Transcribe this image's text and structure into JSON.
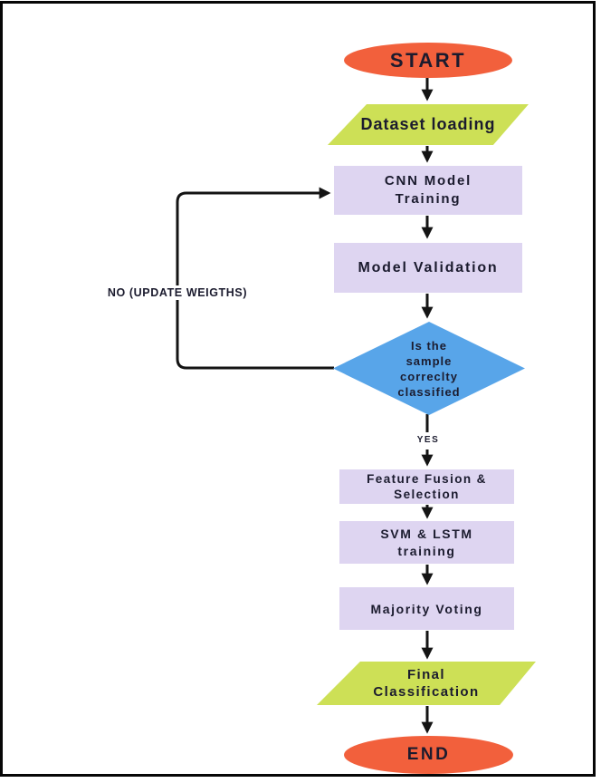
{
  "nodes": {
    "start": {
      "label": "START",
      "shape": "terminator"
    },
    "dataset_loading": {
      "label": "Dataset loading",
      "shape": "input-output"
    },
    "cnn_training": {
      "label": "CNN Model\nTraining",
      "shape": "process"
    },
    "model_validation": {
      "label": "Model Validation",
      "shape": "process"
    },
    "decision": {
      "label": "Is the\nsample\ncorreclty\nclassified",
      "shape": "decision"
    },
    "feature_fusion": {
      "label": "Feature Fusion &\nSelection",
      "shape": "process"
    },
    "svm_lstm": {
      "label": "SVM & LSTM\ntraining",
      "shape": "process"
    },
    "majority_voting": {
      "label": "Majority Voting",
      "shape": "process"
    },
    "final_classification": {
      "label": "Final\nClassification",
      "shape": "input-output"
    },
    "end": {
      "label": "END",
      "shape": "terminator"
    }
  },
  "edge_labels": {
    "yes": "YES",
    "no": "NO (UPDATE WEIGTHS)"
  },
  "colors": {
    "terminator_fill": "#f2603c",
    "io_fill": "#cde056",
    "process_fill": "#ded5f1",
    "decision_fill": "#58a5e9",
    "connector": "#141414",
    "text": "#1b1b2e",
    "frame": "#060606",
    "background": "#ffffff"
  }
}
